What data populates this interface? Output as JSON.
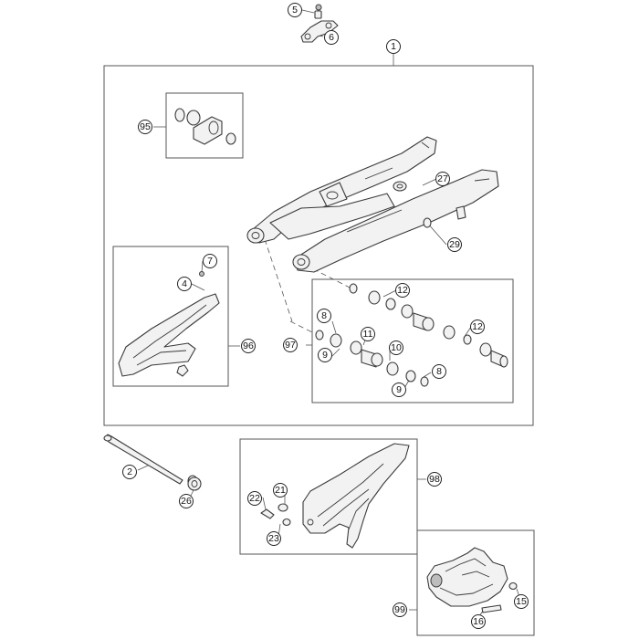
{
  "callouts": [
    {
      "id": "1",
      "label": "1"
    },
    {
      "id": "2",
      "label": "2"
    },
    {
      "id": "4",
      "label": "4"
    },
    {
      "id": "5",
      "label": "5"
    },
    {
      "id": "6",
      "label": "6"
    },
    {
      "id": "7",
      "label": "7"
    },
    {
      "id": "8a",
      "label": "8"
    },
    {
      "id": "8b",
      "label": "8"
    },
    {
      "id": "9a",
      "label": "9"
    },
    {
      "id": "9b",
      "label": "9"
    },
    {
      "id": "10",
      "label": "10"
    },
    {
      "id": "11",
      "label": "11"
    },
    {
      "id": "12a",
      "label": "12"
    },
    {
      "id": "12b",
      "label": "12"
    },
    {
      "id": "15",
      "label": "15"
    },
    {
      "id": "16",
      "label": "16"
    },
    {
      "id": "21",
      "label": "21"
    },
    {
      "id": "22",
      "label": "22"
    },
    {
      "id": "23",
      "label": "23"
    },
    {
      "id": "26",
      "label": "26"
    },
    {
      "id": "27",
      "label": "27"
    },
    {
      "id": "29",
      "label": "29"
    },
    {
      "id": "95",
      "label": "95"
    },
    {
      "id": "96",
      "label": "96"
    },
    {
      "id": "97",
      "label": "97"
    },
    {
      "id": "98",
      "label": "98"
    },
    {
      "id": "99",
      "label": "99"
    }
  ]
}
